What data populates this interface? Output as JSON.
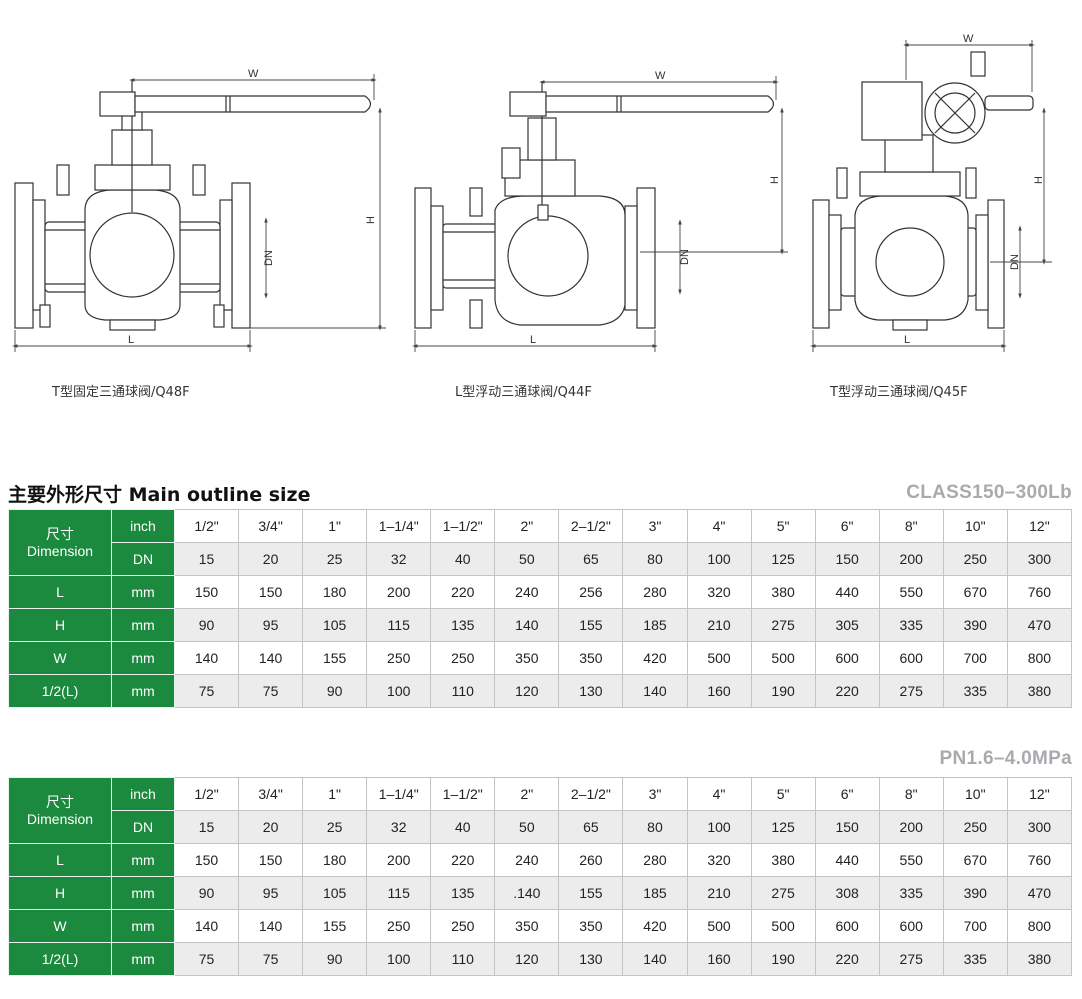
{
  "captions": {
    "left": "T型固定三通球阀/Q48F",
    "middle": "L型浮动三通球阀/Q44F",
    "right": "T型浮动三通球阀/Q45F"
  },
  "dim_labels": {
    "w": "W",
    "h": "H",
    "dn": "DN",
    "l": "L"
  },
  "heading": "主要外形尺寸 Main outline size",
  "tables": [
    {
      "standard": "CLASS150–300Lb",
      "header_line1": "尺寸",
      "header_line2": "Dimension",
      "rows": [
        {
          "label": "",
          "unit": "inch",
          "values": [
            "1/2\"",
            "3/4\"",
            "1\"",
            "1–1/4\"",
            "1–1/2\"",
            "2\"",
            "2–1/2\"",
            "3\"",
            "4\"",
            "5\"",
            "6\"",
            "8\"",
            "10\"",
            "12\""
          ]
        },
        {
          "label": "",
          "unit": "DN",
          "values": [
            "15",
            "20",
            "25",
            "32",
            "40",
            "50",
            "65",
            "80",
            "100",
            "125",
            "150",
            "200",
            "250",
            "300"
          ]
        },
        {
          "label": "L",
          "unit": "mm",
          "values": [
            "150",
            "150",
            "180",
            "200",
            "220",
            "240",
            "256",
            "280",
            "320",
            "380",
            "440",
            "550",
            "670",
            "760"
          ]
        },
        {
          "label": "H",
          "unit": "mm",
          "values": [
            "90",
            "95",
            "105",
            "115",
            "135",
            "140",
            "155",
            "185",
            "210",
            "275",
            "305",
            "335",
            "390",
            "470"
          ]
        },
        {
          "label": "W",
          "unit": "mm",
          "values": [
            "140",
            "140",
            "155",
            "250",
            "250",
            "350",
            "350",
            "420",
            "500",
            "500",
            "600",
            "600",
            "700",
            "800"
          ]
        },
        {
          "label": "1/2(L)",
          "unit": "mm",
          "values": [
            "75",
            "75",
            "90",
            "100",
            "110",
            "120",
            "130",
            "140",
            "160",
            "190",
            "220",
            "275",
            "335",
            "380"
          ]
        }
      ]
    },
    {
      "standard": "PN1.6–4.0MPa",
      "header_line1": "尺寸",
      "header_line2": "Dimension",
      "rows": [
        {
          "label": "",
          "unit": "inch",
          "values": [
            "1/2\"",
            "3/4\"",
            "1\"",
            "1–1/4\"",
            "1–1/2\"",
            "2\"",
            "2–1/2\"",
            "3\"",
            "4\"",
            "5\"",
            "6\"",
            "8\"",
            "10\"",
            "12\""
          ]
        },
        {
          "label": "",
          "unit": "DN",
          "values": [
            "15",
            "20",
            "25",
            "32",
            "40",
            "50",
            "65",
            "80",
            "100",
            "125",
            "150",
            "200",
            "250",
            "300"
          ]
        },
        {
          "label": "L",
          "unit": "mm",
          "values": [
            "150",
            "150",
            "180",
            "200",
            "220",
            "240",
            "260",
            "280",
            "320",
            "380",
            "440",
            "550",
            "670",
            "760"
          ]
        },
        {
          "label": "H",
          "unit": "mm",
          "values": [
            "90",
            "95",
            "105",
            "115",
            "135",
            ".140",
            "155",
            "185",
            "210",
            "275",
            "308",
            "335",
            "390",
            "470"
          ]
        },
        {
          "label": "W",
          "unit": "mm",
          "values": [
            "140",
            "140",
            "155",
            "250",
            "250",
            "350",
            "350",
            "420",
            "500",
            "500",
            "600",
            "600",
            "700",
            "800"
          ]
        },
        {
          "label": "1/2(L)",
          "unit": "mm",
          "values": [
            "75",
            "75",
            "90",
            "100",
            "110",
            "120",
            "130",
            "140",
            "160",
            "190",
            "220",
            "275",
            "335",
            "380"
          ]
        }
      ]
    }
  ]
}
